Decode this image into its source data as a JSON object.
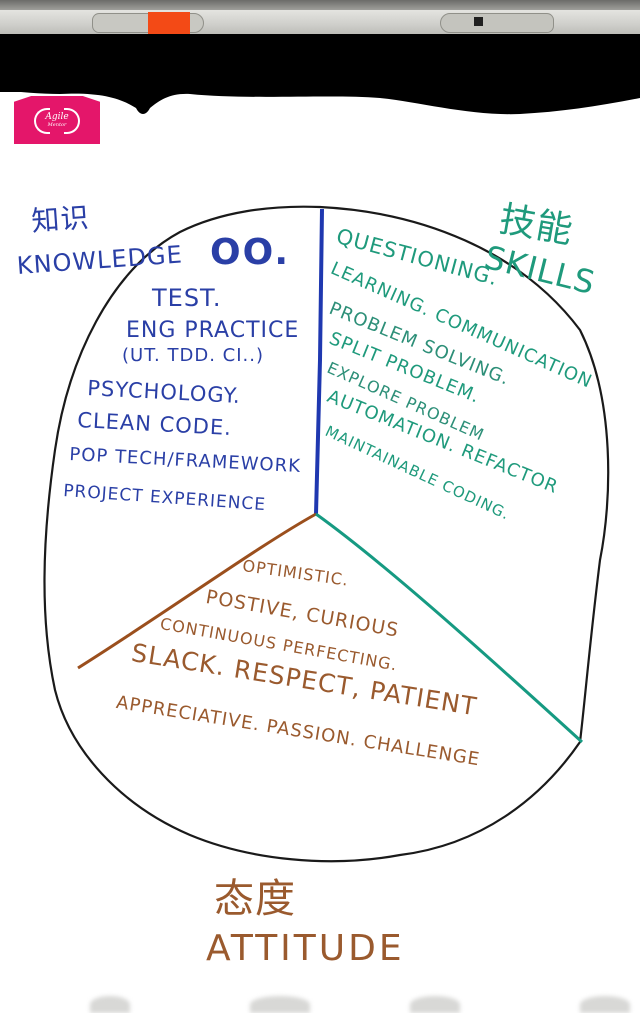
{
  "whiteboard": {
    "logo": {
      "brand": "Agile",
      "subtitle": "Mentor",
      "color": "#e4166a"
    },
    "colors": {
      "knowledge": "#2a3fa6",
      "skills": "#1f9a7c",
      "attitude": "#9a5a2e",
      "outline": "#1a1a1a",
      "magnet": "#f34a16"
    },
    "diagram": {
      "type": "pie",
      "sections": [
        {
          "id": "knowledge",
          "title_cn": "知识",
          "title_en": "KNOWLEDGE",
          "items": [
            "OO.",
            "TEST.",
            "ENG PRACTICE",
            "(UT. TDD. CI..)",
            "PSYCHOLOGY.",
            "CLEAN CODE.",
            "POP TECH/FRAMEWORK",
            "PROJECT EXPERIENCE"
          ]
        },
        {
          "id": "skills",
          "title_cn": "技能",
          "title_en": "SKILLS",
          "items": [
            "QUESTIONING.",
            "LEARNING. COMMUNICATION",
            "PROBLEM SOLVING.",
            "SPLIT PROBLEM.",
            "EXPLORE PROBLEM",
            "AUTOMATION. REFACTOR",
            "MAINTAINABLE CODING."
          ]
        },
        {
          "id": "attitude",
          "title_cn": "态度",
          "title_en": "ATTITUDE",
          "items": [
            "OPTIMISTIC.",
            "POSTIVE, CURIOUS",
            "CONTINUOUS PERFECTING.",
            "SLACK. RESPECT, PATIENT",
            "APPRECIATIVE. PASSION. CHALLENGE"
          ]
        }
      ]
    }
  }
}
